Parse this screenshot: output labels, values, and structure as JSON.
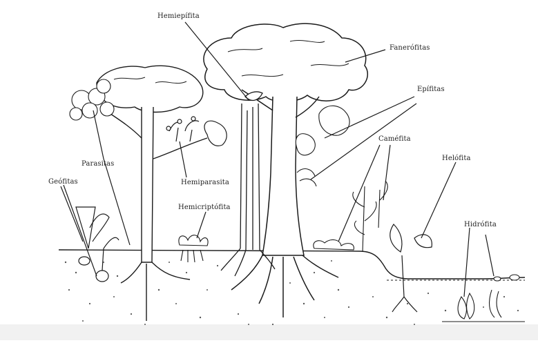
{
  "labels": {
    "hemiepifita": "Hemiepífita",
    "fanerofitas": "Fanerófitas",
    "epifitas": "Epífitas",
    "parasitas": "Parasitas",
    "hemiparasita": "Hemiparasita",
    "geofitas": "Geófitas",
    "hemicriptofita": "Hemicriptófita",
    "camefita": "Caméfita",
    "helofita": "Helófita",
    "hidrofita": "Hidrófita"
  },
  "colors": {
    "ink": "#1a1a1a",
    "background": "#ffffff",
    "soil_dots": "#555555"
  }
}
